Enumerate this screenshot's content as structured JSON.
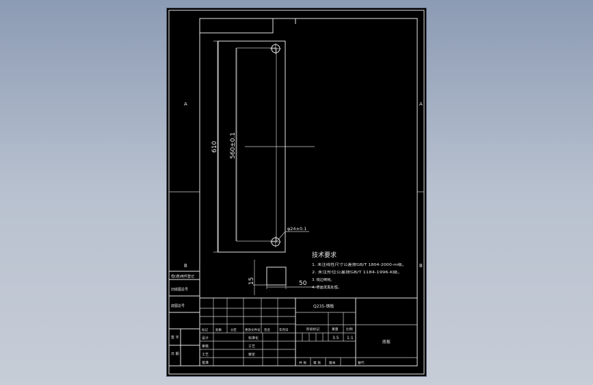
{
  "sheet": {
    "zone_labels": {
      "a_left": "A",
      "a_right": "A",
      "b_left": "B",
      "b_right": "B"
    }
  },
  "drawing": {
    "dims": {
      "length_total": "610",
      "hole_spacing": "560±0.1",
      "hole_dia": "φ24±0.1",
      "thickness": "15",
      "width": "50"
    }
  },
  "tech_req": {
    "title": "技术要求",
    "lines": [
      "1. 未注线性尺寸公差按GB/T 1804-2000-m级。",
      "2. 未注形位公差按GB/T 1184-1996-K级。",
      "3. 锐边倒钝。",
      "4. 表面发黑处理。"
    ]
  },
  "side_labels": [
    "借(通)用件登记",
    "旧底图总号",
    "底图总号",
    "签 字",
    "日 期"
  ],
  "title_block": {
    "part_name": "Q235-钢板",
    "header_cols": [
      "标记",
      "处数",
      "分区",
      "更改文件号",
      "签名",
      "年月日"
    ],
    "role_rows": [
      "设计",
      "审核",
      "工艺",
      "批准"
    ],
    "role_mid": [
      "标准化",
      "工艺",
      "审定"
    ],
    "stage_header": [
      "阶段标记",
      "重量",
      "比例"
    ],
    "weight": "3.5",
    "scale": "1:1",
    "drawing_no": "底板",
    "sheet_info": [
      "共 张",
      "第 张",
      "版本",
      "替代"
    ]
  }
}
